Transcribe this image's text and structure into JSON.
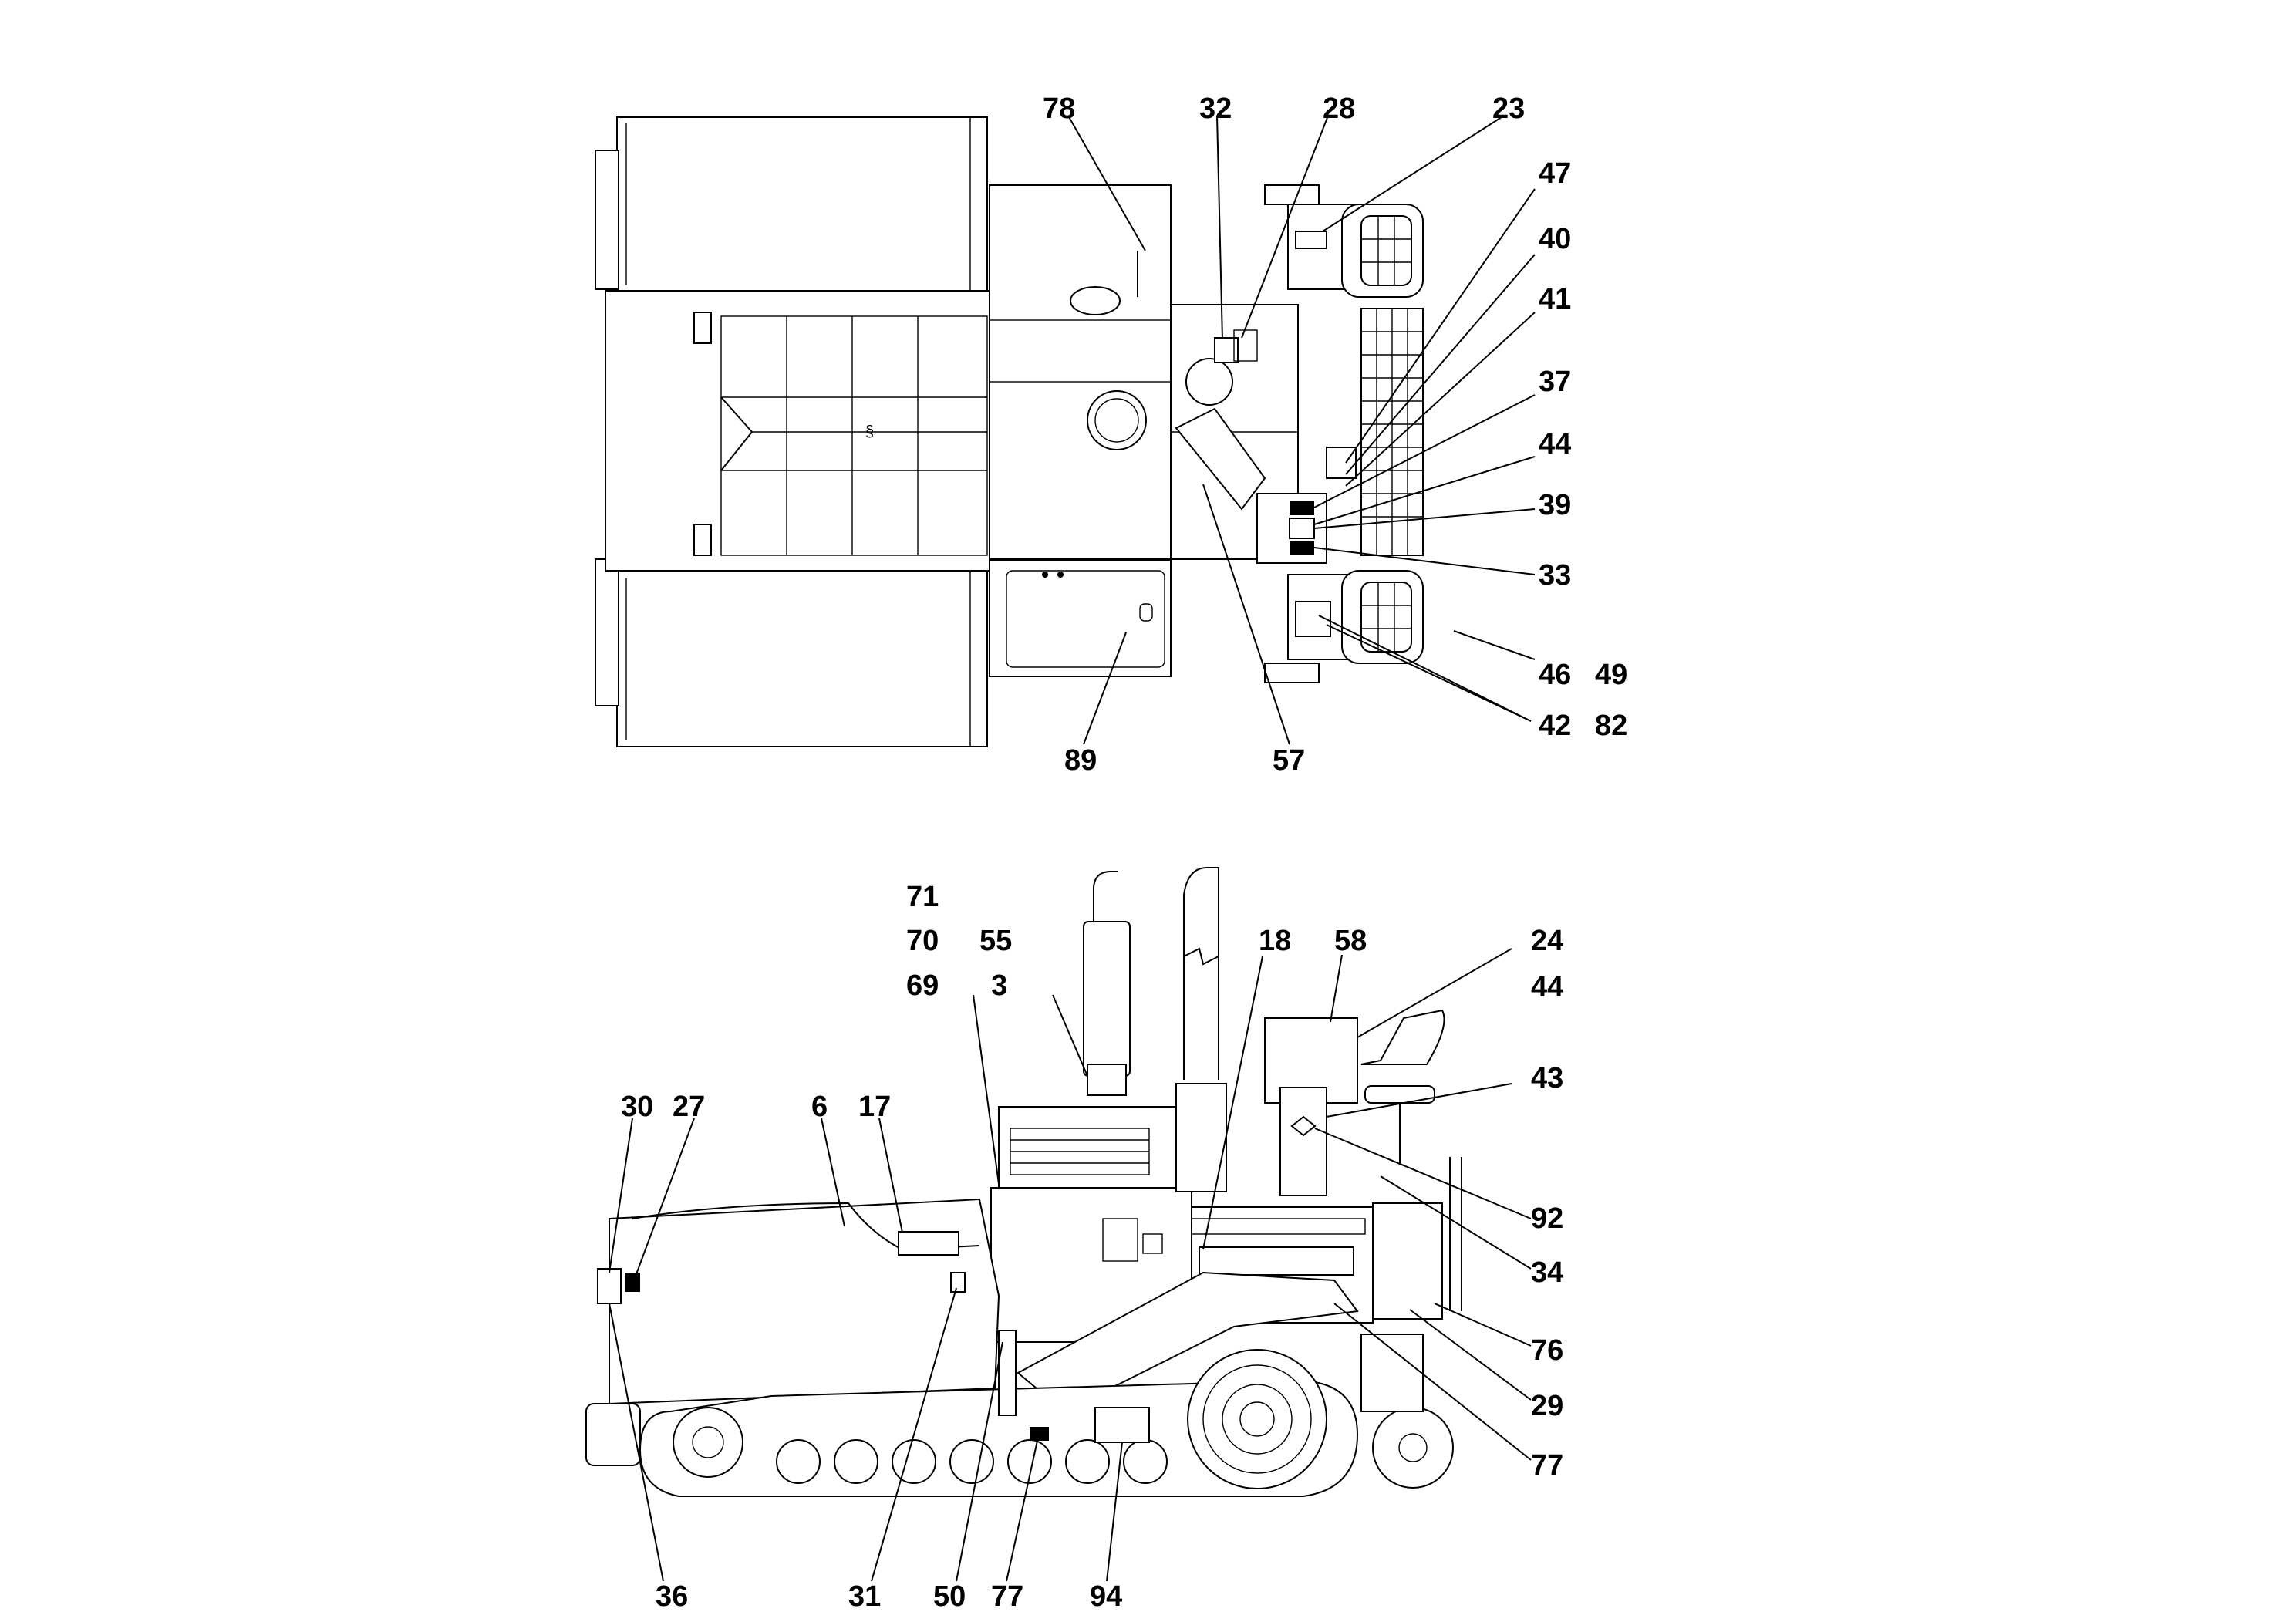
{
  "top_view": {
    "section_mark": "§",
    "callouts": [
      {
        "id": "c78",
        "label": "78"
      },
      {
        "id": "c32",
        "label": "32"
      },
      {
        "id": "c28",
        "label": "28"
      },
      {
        "id": "c23",
        "label": "23"
      },
      {
        "id": "c47",
        "label": "47"
      },
      {
        "id": "c40",
        "label": "40"
      },
      {
        "id": "c41",
        "label": "41"
      },
      {
        "id": "c37",
        "label": "37"
      },
      {
        "id": "c44",
        "label": "44"
      },
      {
        "id": "c39",
        "label": "39"
      },
      {
        "id": "c33",
        "label": "33"
      },
      {
        "id": "c46",
        "label": "46"
      },
      {
        "id": "c49",
        "label": "49"
      },
      {
        "id": "c42",
        "label": "42"
      },
      {
        "id": "c82",
        "label": "82"
      },
      {
        "id": "c89",
        "label": "89"
      },
      {
        "id": "c57",
        "label": "57"
      }
    ]
  },
  "side_view": {
    "callouts": [
      {
        "id": "s71",
        "label": "71"
      },
      {
        "id": "s70",
        "label": "70"
      },
      {
        "id": "s55",
        "label": "55"
      },
      {
        "id": "s69",
        "label": "69"
      },
      {
        "id": "s3",
        "label": "3"
      },
      {
        "id": "s18",
        "label": "18"
      },
      {
        "id": "s58",
        "label": "58"
      },
      {
        "id": "s24",
        "label": "24"
      },
      {
        "id": "s44",
        "label": "44"
      },
      {
        "id": "s43",
        "label": "43"
      },
      {
        "id": "s30",
        "label": "30"
      },
      {
        "id": "s27",
        "label": "27"
      },
      {
        "id": "s6",
        "label": "6"
      },
      {
        "id": "s17",
        "label": "17"
      },
      {
        "id": "s92",
        "label": "92"
      },
      {
        "id": "s34",
        "label": "34"
      },
      {
        "id": "s76",
        "label": "76"
      },
      {
        "id": "s29",
        "label": "29"
      },
      {
        "id": "s77r",
        "label": "77"
      },
      {
        "id": "s36",
        "label": "36"
      },
      {
        "id": "s31",
        "label": "31"
      },
      {
        "id": "s50",
        "label": "50"
      },
      {
        "id": "s77b",
        "label": "77"
      },
      {
        "id": "s94",
        "label": "94"
      }
    ]
  }
}
